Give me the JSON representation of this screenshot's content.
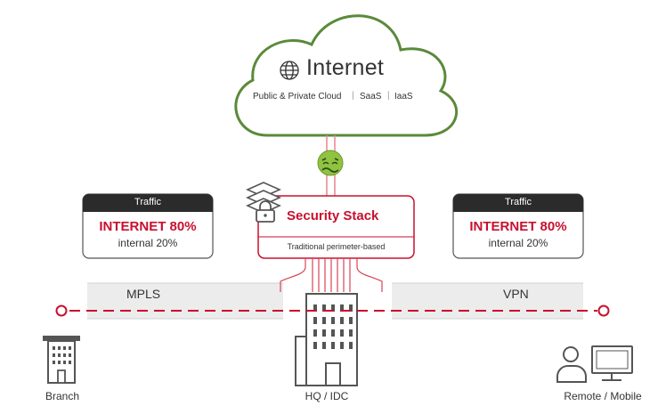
{
  "cloud": {
    "title": "Internet",
    "subtitle_parts": [
      "Public & Private Cloud",
      "SaaS",
      "IaaS"
    ],
    "separator": "|",
    "icon": "globe-icon",
    "border_color": "#5a8a3a"
  },
  "status_icon": "sick-face-icon",
  "security_stack": {
    "title": "Security Stack",
    "subtitle": "Traditional perimeter-based",
    "icon": "layered-lock-icon"
  },
  "traffic_cards": [
    {
      "header": "Traffic",
      "primary": "INTERNET 80%",
      "secondary": "internal 20%"
    },
    {
      "header": "Traffic",
      "primary": "INTERNET 80%",
      "secondary": "internal 20%"
    }
  ],
  "links": {
    "left": "MPLS",
    "right": "VPN"
  },
  "locations": {
    "branch": "Branch",
    "hq": "HQ / IDC",
    "remote": "Remote / Mobile"
  },
  "colors": {
    "accent_red": "#c8102e",
    "cloud_green": "#5a8a3a",
    "header_dark": "#2b2b2b",
    "band_gray": "#e9e9e9",
    "icon_gray": "#555555"
  }
}
